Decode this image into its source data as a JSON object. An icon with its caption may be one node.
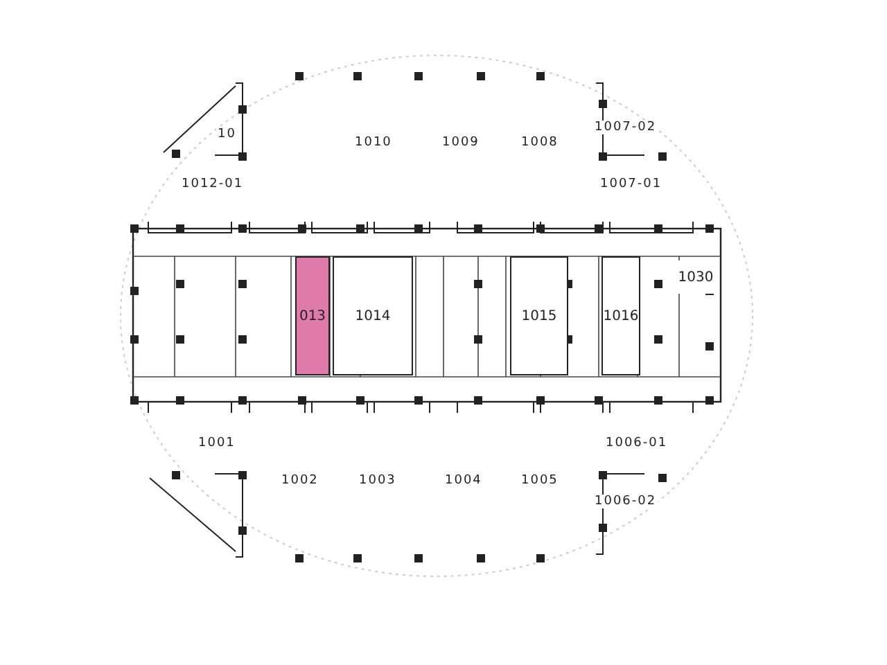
{
  "diagram": {
    "nodes": [
      {
        "text": [
          "013"
        ]
      },
      {
        "text": [
          "1014"
        ]
      },
      {
        "text": [
          "1015"
        ]
      },
      {
        "text": [
          "1016"
        ]
      },
      {
        "text": [
          "1030"
        ]
      }
    ],
    "labels": [
      "10",
      "1012-01",
      "1010",
      "1009",
      "1008",
      "1007-02",
      "1007-01",
      "1001",
      "1002",
      "1003",
      "1004",
      "1005",
      "1006-01",
      "1006-02"
    ]
  }
}
